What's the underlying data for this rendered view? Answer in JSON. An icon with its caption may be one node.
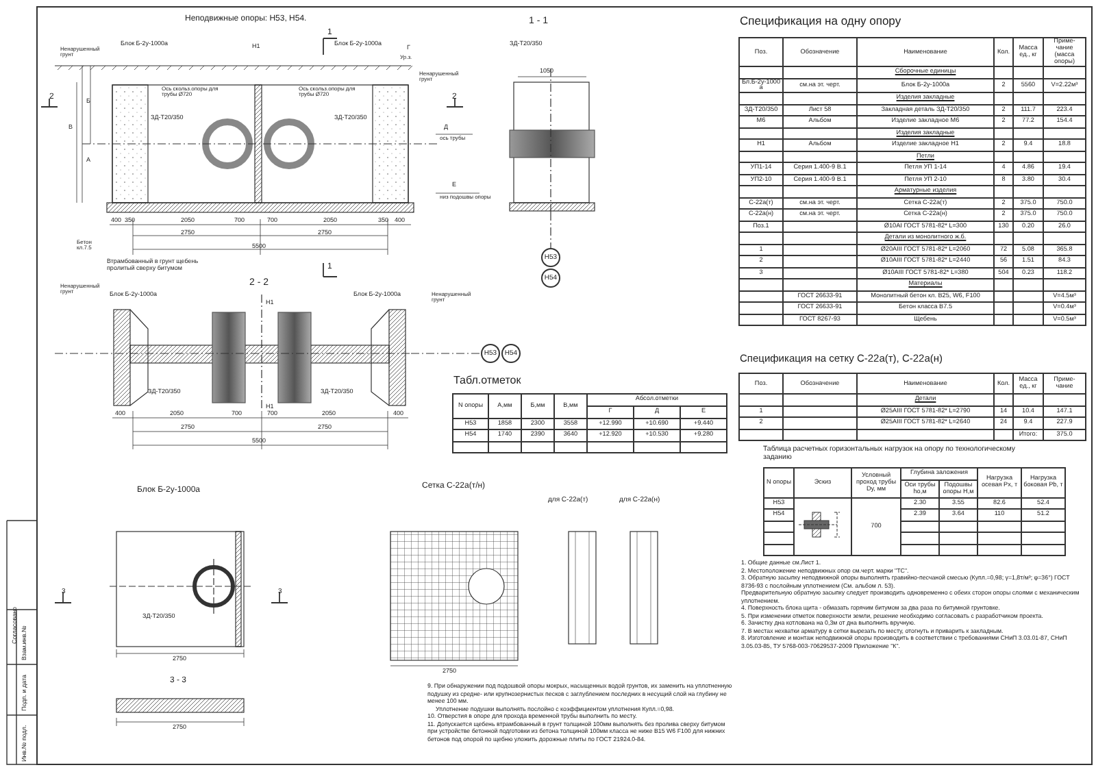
{
  "diagram": {
    "title": "Неподвижные опоры: Н53, Н54.",
    "nodes": [
      {
        "text": [
          "Н53"
        ]
      },
      {
        "text": [
          "Н54"
        ]
      },
      {
        "text": [
          "Н53"
        ]
      },
      {
        "text": [
          "Н54"
        ]
      },
      {
        "text": [],
        "shape": "picture"
      },
      {
        "text": [],
        "shape": "picture"
      }
    ],
    "edges": [
      {
        "from": 4,
        "to": 0,
        "arrow": "none",
        "style": "dashed"
      },
      {
        "from": 5,
        "to": 2,
        "arrow": "none",
        "style": "dashed"
      }
    ],
    "labels": [
      "Ненарушенный грунт",
      "Блок Б-2у-1000а",
      "1",
      "Н1",
      "Блок Б-2у-1000а",
      "Г",
      "Ур.з.",
      "1 - 1",
      "ЗД-Т20/350",
      "Ненарушенный грунт",
      "2",
      "Ось скольз.опоры для трубы Ø720",
      "Ось скольз.опоры для трубы Ø720",
      "2",
      "ЗД-Т20/350",
      "ЗД-Т20/350",
      "1050",
      "Б",
      "В",
      "Д",
      "ось трубы",
      "А",
      "Е",
      "низ подошвы опоры",
      "400",
      "350",
      "2050",
      "700",
      "700",
      "2050",
      "350",
      "400",
      "2750",
      "2750",
      "5500",
      "Бетон кл.7.5",
      "Втрамбованный в грунт щебень пролитый сверху битумом",
      "1",
      "2 - 2",
      "Ненарушенный грунт",
      "Блок Б-2у-1000а",
      "Ненарушенный грунт",
      "Блок Б-2у-1000а",
      "Н1",
      "ЗД-Т20/350",
      "ЗД-Т20/350",
      "Н1",
      "400",
      "2050",
      "700",
      "700",
      "2050",
      "400",
      "2750",
      "2750",
      "5500",
      "Блок Б-2у-1000а",
      "3",
      "ЗД-Т20/350",
      "3",
      "2750",
      "3 - 3",
      "2750",
      "Сетка С-22а(т/н)",
      "для С-22а(т)",
      "для С-22а(н)",
      "2750",
      "Согласовано",
      "Взам.инв.№",
      "Подп. и дата",
      "Инв.№ подл.",
      "Табл.отметок",
      "N опоры",
      "А,мм",
      "Б,мм",
      "В,мм",
      "Абсол.отметки",
      "Г",
      "Д",
      "Е",
      "Н53",
      "1858",
      "2300",
      "3558",
      "+12.990",
      "+10.690",
      "+9.440",
      "Н54",
      "1740",
      "2390",
      "3640",
      "+12.920",
      "+10.530",
      "+9.280",
      "Спецификация на одну опору",
      "Поз.",
      "Обозначение",
      "Наименование",
      "Кол.",
      "Масса ед., кг",
      "Приме- чание (масса опоры)",
      "Сборочные единицы",
      "Бл.Б-2у-1000а",
      "см.на эт. черт.",
      "Блок Б-2у-1000а",
      "2",
      "5560",
      "V=2.22м³",
      "Изделия закладные",
      "ЗД-Т20/350",
      "Лист 58",
      "Закладная деталь ЗД-Т20/350",
      "2",
      "111.7",
      "223.4",
      "М6",
      "Альбом",
      "Изделие закладное М6",
      "2",
      "77.2",
      "154.4",
      "Изделия закладные",
      "Н1",
      "Альбом",
      "Изделие закладное Н1",
      "2",
      "9.4",
      "18.8",
      "Петли",
      "УП1-14",
      "Серия 1.400-9 В.1",
      "Петля УП 1-14",
      "4",
      "4.86",
      "19.4",
      "УП2-10",
      "Серия 1.400-9 В.1",
      "Петля УП 2-10",
      "8",
      "3.80",
      "30.4",
      "Арматурные изделия",
      "С-22а(т)",
      "см.на эт. черт.",
      "Сетка С-22а(т)",
      "2",
      "375.0",
      "750.0",
      "С-22а(н)",
      "см.на эт. черт.",
      "Сетка С-22а(н)",
      "2",
      "375.0",
      "750.0",
      "Поз.1",
      "Ø10АI ГОСТ 5781-82* L=300",
      "130",
      "0.20",
      "26.0",
      "Детали из монолитного ж.б.",
      "1",
      "Ø20АIII ГОСТ 5781-82* L=2060",
      "72",
      "5.08",
      "365.8",
      "2",
      "Ø10АIII ГОСТ 5781-82* L=2440",
      "56",
      "1.51",
      "84.3",
      "3",
      "Ø10АIII ГОСТ 5781-82* L=380",
      "504",
      "0.23",
      "118.2",
      "Материалы",
      "ГОСТ 26633-91",
      "Монолитный бетон кл. В25, W6, F100",
      "V=4.5м³",
      "ГОСТ 26633-91",
      "Бетон класса В7.5",
      "V=0.4м³",
      "ГОСТ 8267-93",
      "Щебень",
      "V=0.5м³",
      "Спецификация на сетку С-22а(т), С-22а(н)",
      "Поз.",
      "Обозначение",
      "Наименование",
      "Кол.",
      "Масса ед., кг",
      "Приме- чание",
      "Детали",
      "1",
      "Ø25АIII ГОСТ 5781-82* L=2790",
      "14",
      "10.4",
      "147.1",
      "2",
      "Ø25АIII ГОСТ 5781-82* L=2640",
      "24",
      "9.4",
      "227.9",
      "Итого:",
      "375.0",
      "Таблица расчетных горизонтальных нагрузок на опору по технологическому заданию",
      "N опоры",
      "Эскиз",
      "Условный проход трубы Dу, мм",
      "Глубина заложения",
      "Нагрузка осевая Рх, т",
      "Нагрузка боковая Рb, т",
      "Оси трубы hо,м",
      "Подошвы опоры Н,м",
      "Н53",
      "700",
      "2.30",
      "3.55",
      "82.6",
      "52.4",
      "Н54",
      "2.39",
      "3.64",
      "110",
      "51.2",
      "1. Общие данные см.Лист 1.",
      "2. Местоположение неподвижных опор см.черт. марки \"ТС\".",
      "3. Обратную засыпку неподвижной опоры выполнять гравийно-песчаной смесью (Купл.=0,98; γ=1,8т/м³; φ=36°) ГОСТ 8736-93 с послойным уплотнением (См. альбом л. 53).",
      "Предварительную обратную засыпку следует производить одновременно с обеих сторон опоры слоями с механическим уплотнением.",
      "4. Поверхность блока щита - обмазать горячим битумом за два раза по битумной грунтовке.",
      "5. При изменении отметок поверхности земли, решение необходимо согласовать с разработчиком проекта.",
      "6. Зачистку дна котлована на 0,3м от дна выполнить вручную.",
      "7. В местах нехватки арматуру в сетки вырезать по месту, отогнуть и приварить к закладным.",
      "8. Изготовление и монтаж неподвижной опоры производить в соответствии с требованиями СНиП 3.03.01-87, СНиП 3.05.03-85, ТУ 5768-003-70629537-2009 Приложение \"К\".",
      "9. При обнаружении под подошвой опоры мокрых, насыщенных водой грунтов, их заменить на уплотненную подушку из средне- или крупнозернистых песков с заглублением последних в несущий слой на глубину не менее 100 мм.",
      "Уплотнение подушки выполнять послойно с коэффициентом уплотнения Купл.=0,98.",
      "10. Отверстия в опоре для прохода временной трубы выполнить по месту.",
      "11. Допускается щебень втрамбованный в грунт толщиной 100мм выполнять без пролива сверху битумом при устройстве бетонной подготовки из бетона толщиной 100мм класса не ниже В15 W6 F100 для нижних бетонов под опорой по щебню уложить дорожные плиты по ГОСТ 21924.0-84."
    ]
  }
}
